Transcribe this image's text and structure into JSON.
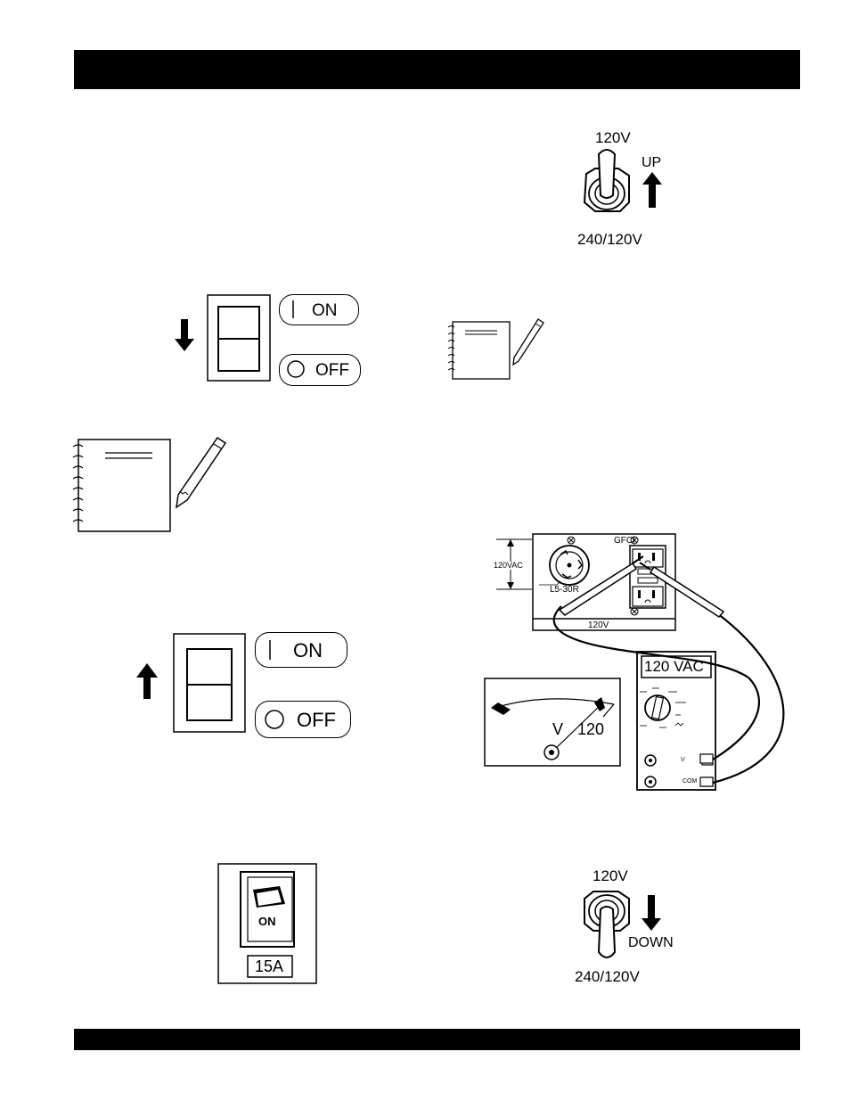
{
  "toggle_up": {
    "top_label": "120V",
    "bottom_label": "240/120V",
    "direction_label": "UP"
  },
  "switch_off": {
    "on_label": "ON",
    "off_label": "OFF"
  },
  "switch_on": {
    "on_label": "ON",
    "off_label": "OFF"
  },
  "panel": {
    "measure_label": "120VAC",
    "outlet_label": "L5-30R",
    "gfci_label": "GFCI",
    "panel_voltage_label": "120V"
  },
  "meter": {
    "display_value": "120 VAC",
    "needle_unit": "V",
    "needle_value": "120",
    "jack_v_label": "V",
    "jack_com_label": "COM"
  },
  "breaker": {
    "switch_label": "ON",
    "rating_label": "15A"
  },
  "toggle_down": {
    "top_label": "120V",
    "bottom_label": "240/120V",
    "direction_label": "DOWN"
  }
}
